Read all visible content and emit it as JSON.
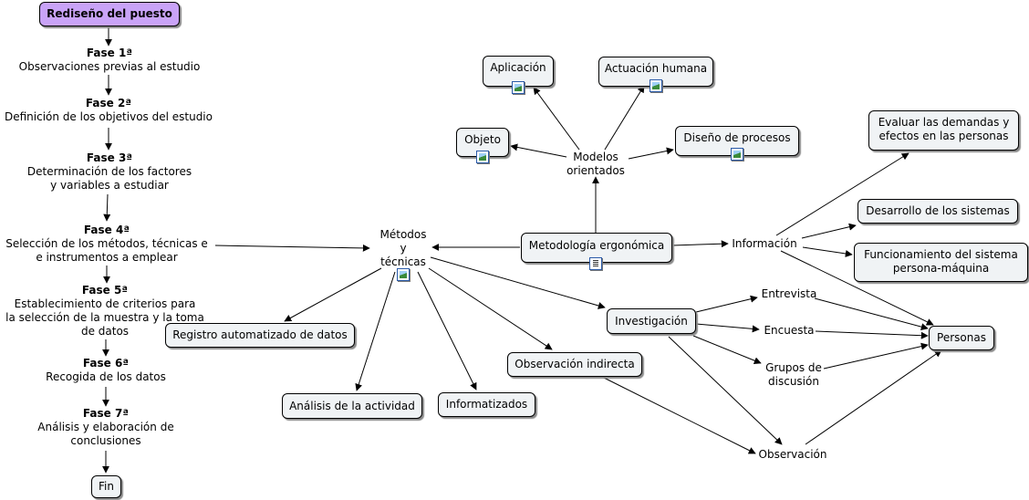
{
  "colors": {
    "node_fill": "#f0f3f5",
    "root_fill": "#c9a3f7",
    "line": "#000000"
  },
  "phases": {
    "root": "Rediseño del puesto",
    "f1_title": "Fase 1ª",
    "f1_line1": "Observaciones previas al estudio",
    "f2_title": "Fase 2ª",
    "f2_line1": "Definición de los objetivos del estudio",
    "f3_title": "Fase 3ª",
    "f3_line1": "Determinación de los factores",
    "f3_line2": "y variables a estudiar",
    "f4_title": "Fase 4ª",
    "f4_line1": "Selección de los métodos, técnicas e",
    "f4_line2": "e instrumentos a emplear",
    "f5_title": "Fase 5ª",
    "f5_line1": "Establecimiento de criterios para",
    "f5_line2": "la selección de la muestra y la toma",
    "f5_line3": "de datos",
    "f6_title": "Fase 6ª",
    "f6_line1": "Recogida de los datos",
    "f7_title": "Fase 7ª",
    "f7_line1": "Análisis y elaboración de",
    "f7_line2": "conclusiones",
    "end": "Fin"
  },
  "concepts": {
    "metodos_1": "Métodos",
    "metodos_2": "y",
    "metodos_3": "técnicas",
    "registro": "Registro automatizado de datos",
    "analisis": "Análisis de la actividad",
    "informatizados": "Informatizados",
    "observacion_indirecta": "Observación indirecta",
    "investigacion": "Investigación",
    "entrevista": "Entrevista",
    "encuesta": "Encuesta",
    "grupos_1": "Grupos de",
    "grupos_2": "discusión",
    "observacion": "Observación",
    "personas": "Personas",
    "metodologia": "Metodología ergonómica",
    "modelos_1": "Modelos",
    "modelos_2": "orientados",
    "aplicacion": "Aplicación",
    "actuacion": "Actuación humana",
    "objeto": "Objeto",
    "diseno": "Diseño de procesos",
    "informacion": "Información",
    "evaluar_1": "Evaluar las demandas y",
    "evaluar_2": "efectos en las personas",
    "desarrollo": "Desarrollo de los sistemas",
    "funcionamiento_1": "Funcionamiento del sistema",
    "funcionamiento_2": "persona-máquina"
  },
  "icons": {
    "aplicacion": "image-icon",
    "actuacion": "image-icon",
    "objeto": "image-icon",
    "diseno": "image-icon",
    "metodos": "image-icon",
    "metodologia": "document-icon"
  }
}
